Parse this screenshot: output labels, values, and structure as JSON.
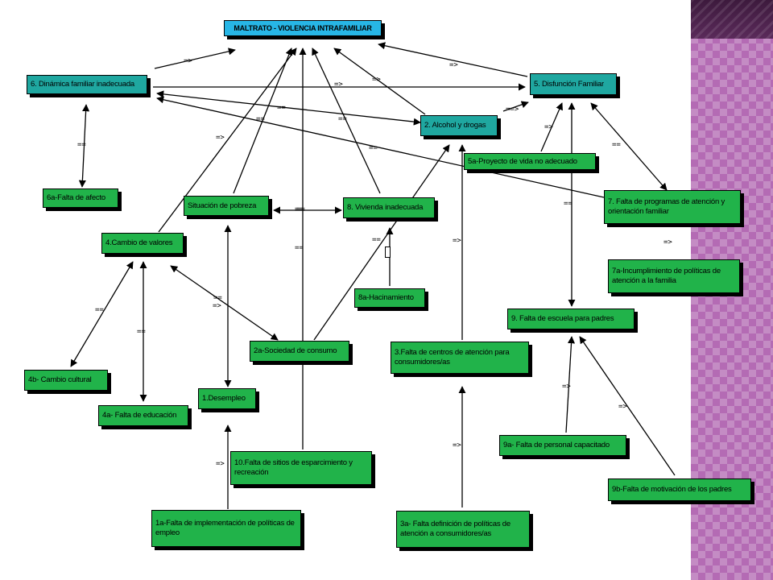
{
  "diagram": {
    "title": "MALTRATO - VIOLENCIA INTRAFAMILIAR",
    "nodes": {
      "n6": "6. Dinámica familiar inadecuada",
      "n5": "5. Disfunción Familiar",
      "n2": "2. Alcohol y drogas",
      "n5a": "5a-Proyecto de vida no adecuado",
      "n6a": "6a-Falta de afecto",
      "pobreza": "Situación de pobreza",
      "n8": "8. Vivienda inadecuada",
      "n7": "7. Falta de programas de atención y orientación familiar",
      "n4": "4.Cambio de valores",
      "n7a": "7a-Incumplimiento de políticas de atención a la familia",
      "n8a": "8a-Hacinamiento",
      "n9": "9. Falta de escuela para padres",
      "n2a": "2a-Sociedad de consumo",
      "n3": "3.Falta de centros de atención para consumidores/as",
      "n4b": "4b- Cambio cultural",
      "n1": "1.Desempleo",
      "n4a": "4a- Falta de educación",
      "n10": "10.Falta de sitios de esparcimiento y recreación",
      "n9a": "9a- Falta de personal capacitado",
      "n9b": "9b-Falta de motivación de los padres",
      "n1a": "1a-Falta de implementación de políticas de empleo",
      "n3a": "3a- Falta definición de políticas de atención a consumidores/as"
    },
    "edge_labels": {
      "implies": "=>",
      "equals": "=="
    },
    "colors": {
      "title_box": "#27b6e6",
      "major_box": "#1fa7a0",
      "minor_box": "#21b34a",
      "arrow": "#000000",
      "side_band": "#b46bb4"
    }
  }
}
